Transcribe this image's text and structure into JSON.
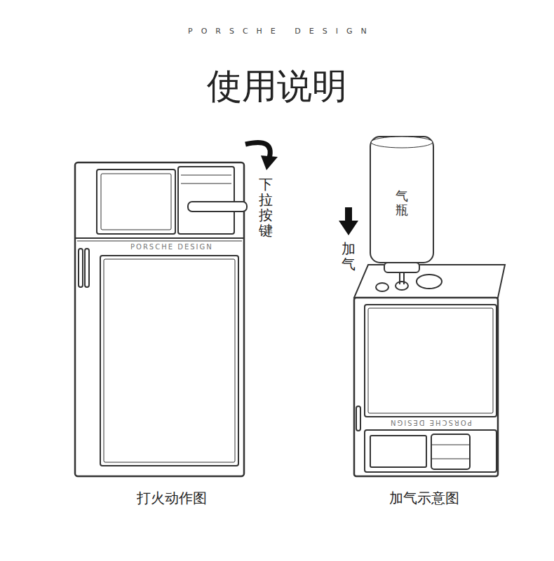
{
  "diagram": {
    "title": "使用说明",
    "nodes": [
      {
        "text": [
          "气瓶"
        ]
      }
    ],
    "labels": [
      "PORSCHE DESIGN",
      "下拉按键",
      "PORSCHE DESIGN",
      "加气",
      "PORSCHE DESIGN",
      "打火动作图",
      "加气示意图"
    ]
  }
}
